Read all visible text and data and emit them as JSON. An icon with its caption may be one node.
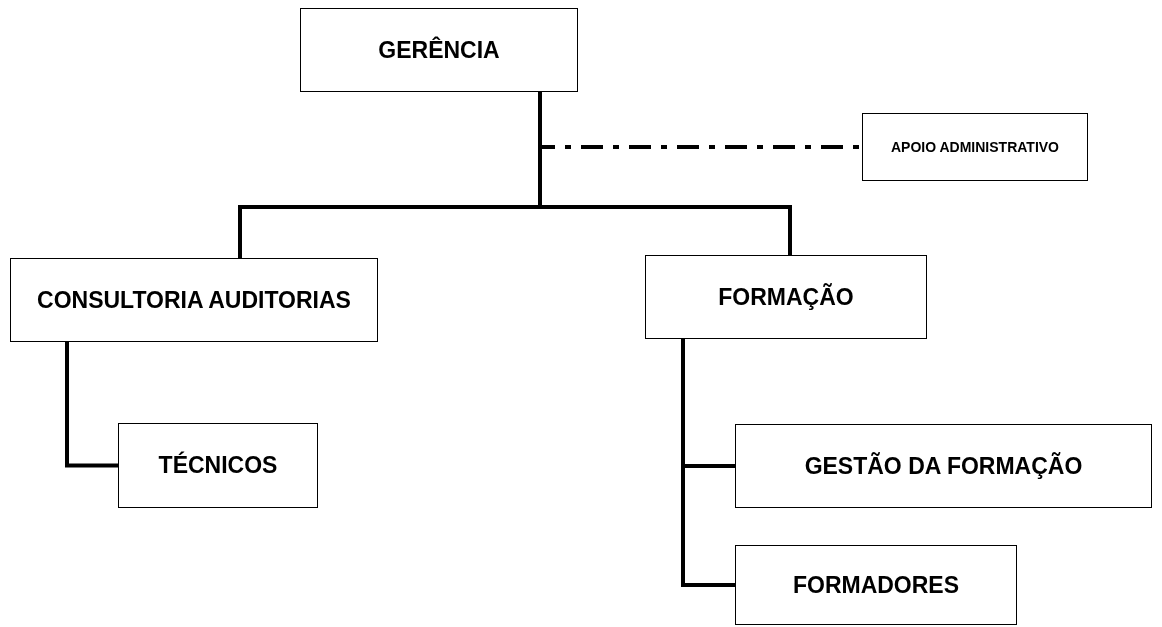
{
  "diagram": {
    "nodes": [
      {
        "text": [
          "GERÊNCIA"
        ]
      },
      {
        "text": [
          "APOIO ADMINISTRATIVO"
        ]
      },
      {
        "text": [
          "CONSULTORIA AUDITORIAS"
        ]
      },
      {
        "text": [
          "FORMAÇÃO"
        ]
      },
      {
        "text": [
          "TÉCNICOS"
        ]
      },
      {
        "text": [
          "GESTÃO DA FORMAÇÃO"
        ]
      },
      {
        "text": [
          "FORMADORES"
        ]
      }
    ],
    "edges": [
      {
        "from": 0,
        "to": 1,
        "arrow": "none",
        "style": "dashed"
      },
      {
        "from": 0,
        "to": 2,
        "arrow": "none"
      },
      {
        "from": 0,
        "to": 3,
        "arrow": "none"
      },
      {
        "from": 2,
        "to": 4,
        "arrow": "none"
      },
      {
        "from": 3,
        "to": 5,
        "arrow": "none"
      },
      {
        "from": 3,
        "to": 6,
        "arrow": "none"
      }
    ]
  }
}
